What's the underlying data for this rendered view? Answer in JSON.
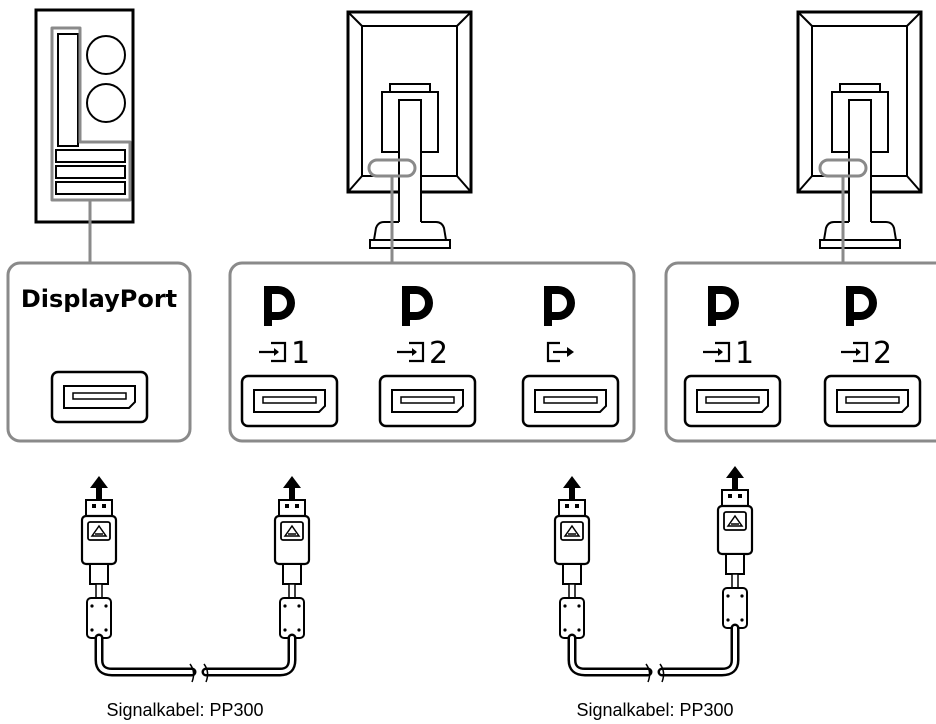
{
  "pc_panel": {
    "label": "DisplayPort"
  },
  "monitor1_panel": {
    "ports": [
      {
        "direction": "input",
        "number": "1"
      },
      {
        "direction": "input",
        "number": "2"
      },
      {
        "direction": "output",
        "number": ""
      }
    ]
  },
  "monitor2_panel": {
    "ports": [
      {
        "direction": "input",
        "number": "1"
      },
      {
        "direction": "input",
        "number": "2"
      }
    ]
  },
  "cables": [
    {
      "label": "Signalkabel: PP300"
    },
    {
      "label": "Signalkabel: PP300"
    }
  ],
  "colors": {
    "line": "#000000",
    "highlight": "#8a8a8a",
    "panel_border": "#8a8a8a",
    "fill_light": "#e4e4e4",
    "fill_dark": "#222222"
  }
}
